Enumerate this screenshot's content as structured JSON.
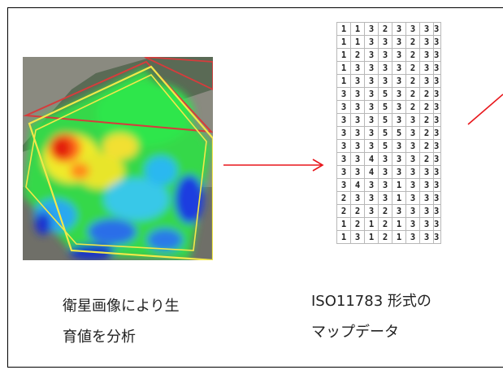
{
  "left_caption": [
    "衛星画像により生",
    "育値を分析"
  ],
  "middle_caption": [
    "ISO11783 形式の",
    "マップデータ"
  ],
  "map_grid": [
    [
      1,
      1,
      3,
      2,
      3,
      3,
      3,
      3
    ],
    [
      1,
      1,
      3,
      3,
      3,
      2,
      3,
      3
    ],
    [
      1,
      2,
      3,
      3,
      3,
      2,
      3,
      3
    ],
    [
      1,
      3,
      3,
      3,
      3,
      2,
      3,
      3
    ],
    [
      1,
      3,
      3,
      3,
      3,
      2,
      3,
      3
    ],
    [
      3,
      3,
      3,
      5,
      3,
      2,
      2,
      3
    ],
    [
      3,
      3,
      3,
      5,
      3,
      2,
      2,
      3
    ],
    [
      3,
      3,
      3,
      5,
      3,
      3,
      2,
      3
    ],
    [
      3,
      3,
      3,
      5,
      5,
      3,
      2,
      3
    ],
    [
      3,
      3,
      3,
      5,
      3,
      3,
      2,
      3
    ],
    [
      3,
      3,
      4,
      3,
      3,
      3,
      2,
      3
    ],
    [
      3,
      3,
      4,
      3,
      3,
      3,
      3,
      3
    ],
    [
      3,
      4,
      3,
      3,
      1,
      3,
      3,
      3
    ],
    [
      2,
      3,
      3,
      3,
      1,
      3,
      3,
      3
    ],
    [
      2,
      2,
      3,
      2,
      3,
      3,
      3,
      3
    ],
    [
      1,
      2,
      1,
      2,
      1,
      3,
      3,
      3
    ],
    [
      1,
      3,
      1,
      2,
      1,
      3,
      3,
      3
    ]
  ],
  "colors": {
    "arrow": "#e8161b",
    "frame": "#000000",
    "map_yellow_outline": "#f2e84a",
    "map_red_outline": "#d63c3c"
  }
}
